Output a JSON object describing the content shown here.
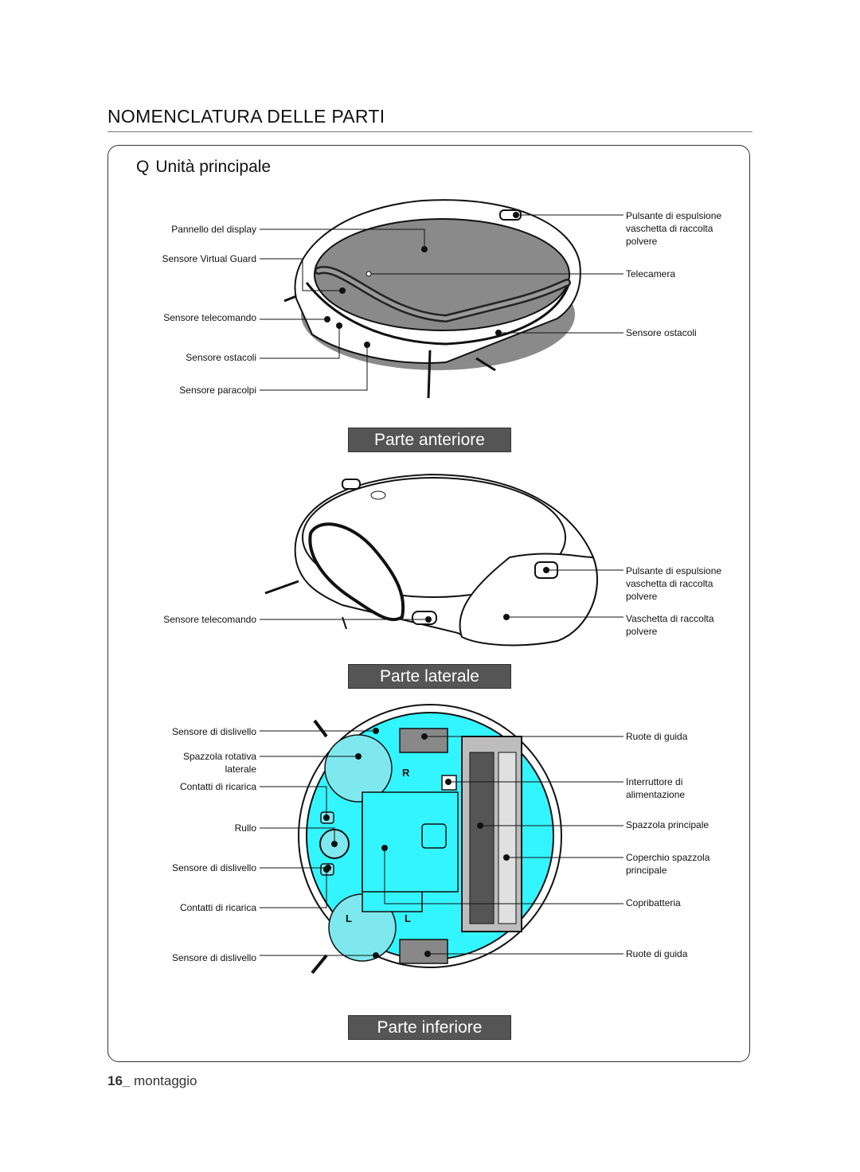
{
  "page": {
    "title": "NOMENCLATURA DELLE PARTI",
    "section_bullet": "Q",
    "section_title": "Unità principale",
    "page_number": "16_",
    "footer_text": "montaggio"
  },
  "front": {
    "caption": "Parte anteriore",
    "labels_left": [
      "Pannello del display",
      "Sensore Virtual Guard",
      "Sensore telecomando",
      "Sensore ostacoli",
      "Sensore paracolpi"
    ],
    "labels_right": [
      "Pulsante di espulsione\nvaschetta di raccolta\npolvere",
      "Telecamera",
      "Sensore ostacoli"
    ]
  },
  "side": {
    "caption": "Parte laterale",
    "labels_left": [
      "Sensore telecomando"
    ],
    "labels_right": [
      "Pulsante di espulsione\nvaschetta di raccolta\npolvere",
      "Vaschetta di raccolta\npolvere"
    ]
  },
  "bottom": {
    "caption": "Parte inferiore",
    "labels_left": [
      "Sensore di dislivello",
      "Spazzola rotativa\nlaterale",
      "Contatti di ricarica",
      "Rullo",
      "Sensore di dislivello",
      "Contatti di ricarica",
      "Sensore di dislivello"
    ],
    "labels_right": [
      "Ruote di guida",
      "Interruttore di\nalimentazione",
      "Spazzola principale",
      "Coperchio spazzola\nprincipale",
      "Copribatteria",
      "Ruote di guida"
    ],
    "markings": [
      "R",
      "L",
      "L"
    ]
  },
  "colors": {
    "bottom_body": "#33f5ff",
    "front_top": "#8a8a8a",
    "caption_bg": "#555555"
  }
}
